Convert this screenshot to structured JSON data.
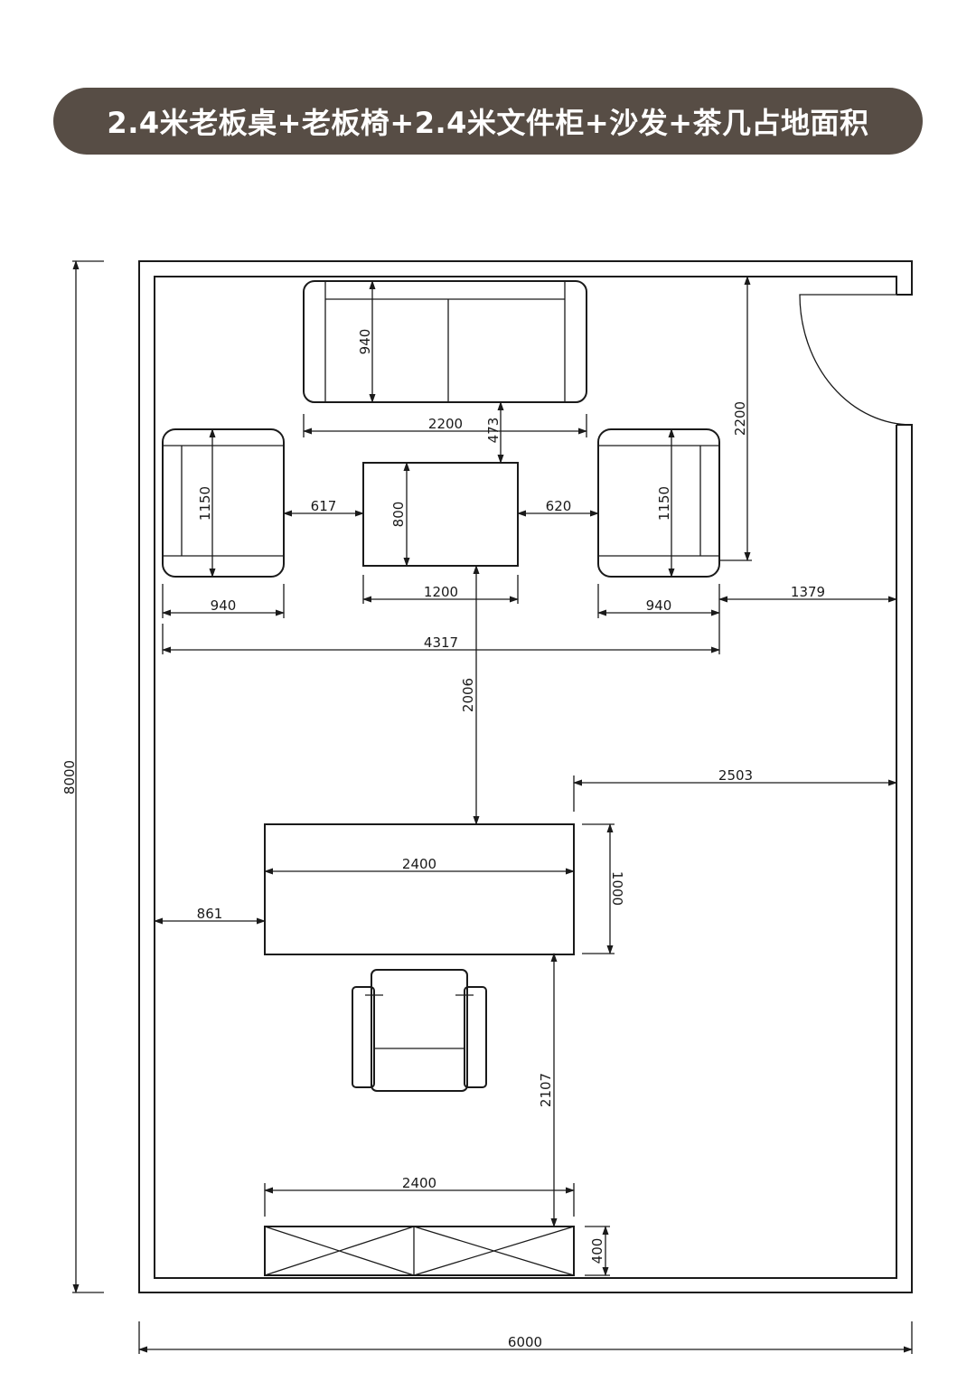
{
  "title": "2.4米老板桌+老板椅+2.4米文件柜+沙发+茶几占地面积",
  "colors": {
    "banner": "#574d45",
    "banner_text": "#ffffff",
    "line": "#1a1a1a"
  },
  "dimensions": {
    "room_height": "8000",
    "room_width": "6000",
    "sofa_depth": "940",
    "sofa_width": "2200",
    "sofa_to_table": "473",
    "wall_to_chair": "2200",
    "armchair_left_depth": "1150",
    "armchair_left_gap": "617",
    "coffee_table_depth": "800",
    "armchair_right_gap": "620",
    "armchair_right_depth": "1150",
    "armchair_left_width": "940",
    "coffee_table_width": "1200",
    "armchair_right_width": "940",
    "chair_to_wall": "1379",
    "seating_total_width": "4317",
    "table_to_desk": "2006",
    "desk_to_wall": "2503",
    "desk_width": "2400",
    "desk_depth": "1000",
    "wall_to_desk": "861",
    "desk_to_cabinet": "2107",
    "cabinet_width": "2400",
    "cabinet_depth": "400"
  }
}
